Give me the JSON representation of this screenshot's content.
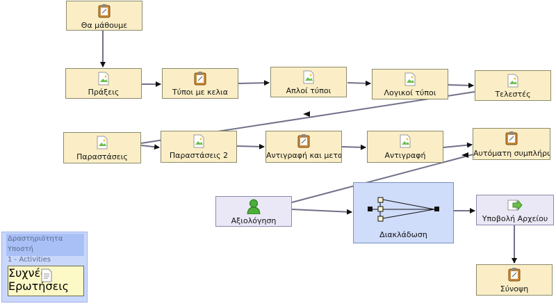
{
  "nodes": {
    "tha_mathoume": {
      "label": "Θα μάθουμε",
      "icon": "clipboard-icon"
    },
    "praxeis": {
      "label": "Πράξεις",
      "icon": "image-page-icon"
    },
    "typoi_kelia": {
      "label": "Τύποι με κελια",
      "icon": "clipboard-icon"
    },
    "aploi_typoi": {
      "label": "Απλοί τύποι",
      "icon": "image-page-icon"
    },
    "logikoi_typoi": {
      "label": "Λογικοί τύποι",
      "icon": "image-page-icon"
    },
    "telestes": {
      "label": "Τελεστές",
      "icon": "image-page-icon"
    },
    "parastaseis": {
      "label": "Παραστάσεις",
      "icon": "image-page-icon"
    },
    "parastaseis2": {
      "label": "Παραστάσεις 2",
      "icon": "image-page-icon"
    },
    "antigrafi_metafora": {
      "label": "Αντιγραφή και μεταφο",
      "icon": "clipboard-icon"
    },
    "antigrafi": {
      "label": "Αντιγραφή",
      "icon": "image-page-icon"
    },
    "automati": {
      "label": "Αυτόματη συμπλήρωση",
      "icon": "clipboard-icon"
    },
    "axiologisi": {
      "label": "Αξιολόγηση",
      "icon": "person-icon"
    },
    "diaklados": {
      "label": "Διακλάδωση",
      "icon": "branch-icon"
    },
    "ypovoli": {
      "label": "Υποβολή Αρχείου",
      "icon": "upload-arrow-icon"
    },
    "synopsi": {
      "label": "Σύνοψη",
      "icon": "clipboard-icon"
    }
  },
  "activity_group": {
    "title_line1": "Δραστηριότητα Υποστή",
    "title_line2": "1 - Activities",
    "item_label": "Συχνές Ερωτήσεις",
    "item_icon": "document-icon"
  },
  "colors": {
    "activity_fill": "#fbeec6",
    "gate_fill": "#eae8f6",
    "branch_fill": "#cfdcfa",
    "edge_line": "#70708a"
  }
}
